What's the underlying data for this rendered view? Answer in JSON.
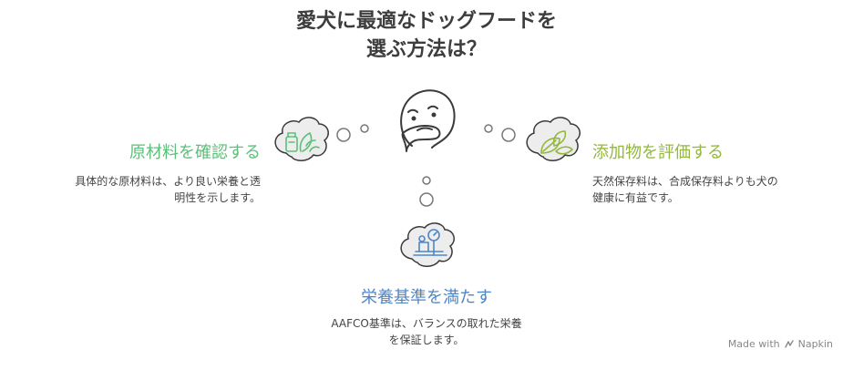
{
  "title": {
    "line1": "愛犬に最適なドッグフードを",
    "line2": "選ぶ方法は？"
  },
  "items": [
    {
      "heading": "原材料を確認する",
      "desc_lines": [
        "具体的な原材料は、より良い栄養と透",
        "明性を示します。"
      ],
      "color": "#5cbf7a",
      "icon": "ingredients-icon"
    },
    {
      "heading": "添加物を評価する",
      "desc_lines": [
        "天然保存料は、合成保存料よりも犬の",
        "健康に有益です。"
      ],
      "color": "#93b83c",
      "icon": "leaf-icon"
    },
    {
      "heading": "栄養基準を満たす",
      "desc_lines": [
        "AAFCO基準は、バランスの取れた栄養",
        "を保証します。"
      ],
      "color": "#4f86c6",
      "icon": "scale-icon"
    }
  ],
  "center_icon": "thinking-face-icon",
  "footer": {
    "label": "Made with",
    "brand": "Napkin"
  },
  "colors": {
    "outline": "#3a3a3a",
    "bubble_fill": "#ededed",
    "text": "#3a3a3a"
  }
}
